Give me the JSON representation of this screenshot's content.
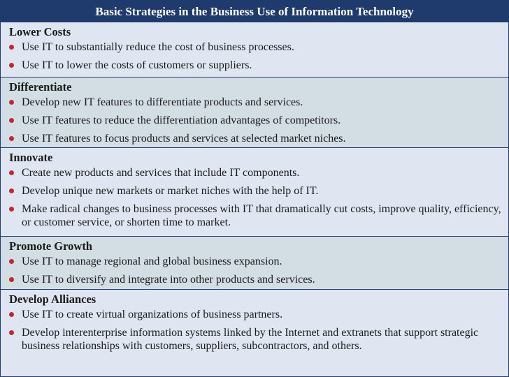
{
  "title": "Basic Strategies in the Business Use of Information Technology",
  "accent_color": "#1f3b6e",
  "bullet_color": "#c0282d",
  "sections": [
    {
      "heading": "Lower Costs",
      "items": [
        "Use IT to substantially reduce the cost of business processes.",
        "Use IT to lower the costs of customers or suppliers."
      ]
    },
    {
      "heading": "Differentiate",
      "items": [
        "Develop new IT features to differentiate products and services.",
        "Use IT features to reduce the differentiation advantages of competitors.",
        "Use IT features to focus products and services at selected market niches."
      ]
    },
    {
      "heading": "Innovate",
      "items": [
        "Create new products and services that include IT components.",
        "Develop unique new markets or market niches with the help of IT.",
        "Make radical changes to business processes with IT that dramatically cut costs, improve quality, efficiency, or customer service, or shorten time to market."
      ]
    },
    {
      "heading": "Promote Growth",
      "items": [
        "Use IT to manage regional and global business expansion.",
        "Use IT to diversify and integrate into other products and services."
      ]
    },
    {
      "heading": "Develop Alliances",
      "items": [
        "Use IT to create virtual organizations of business partners.",
        "Develop interenterprise information systems linked by the Internet and extranets that support strategic business relationships with customers, suppliers, subcontractors, and others."
      ]
    }
  ]
}
